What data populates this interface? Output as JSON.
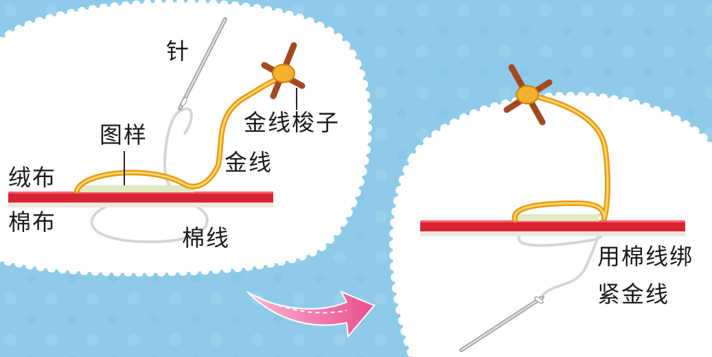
{
  "left_panel": {
    "labels": {
      "needle": "针",
      "gold_thread_bobbin": "金线梭子",
      "pattern": "图样",
      "gold_thread": "金线",
      "velvet_cloth": "绒布",
      "cotton_cloth": "棉布",
      "cotton_thread": "棉线"
    }
  },
  "right_panel": {
    "labels": {
      "instruction_line1": "用棉线绑",
      "instruction_line2": "紧金线"
    }
  },
  "colors": {
    "background": "#8fcbe9",
    "panel": "#ffffff",
    "velvet_red": "#d62433",
    "gold_thread": "#f6b52c",
    "cotton_thread": "#dcdcdc",
    "bobbin_wood": "#b8572b",
    "arrow_pink": "#ee5b97"
  },
  "icons": [
    "needle-icon",
    "bobbin-icon",
    "arrow-icon"
  ]
}
